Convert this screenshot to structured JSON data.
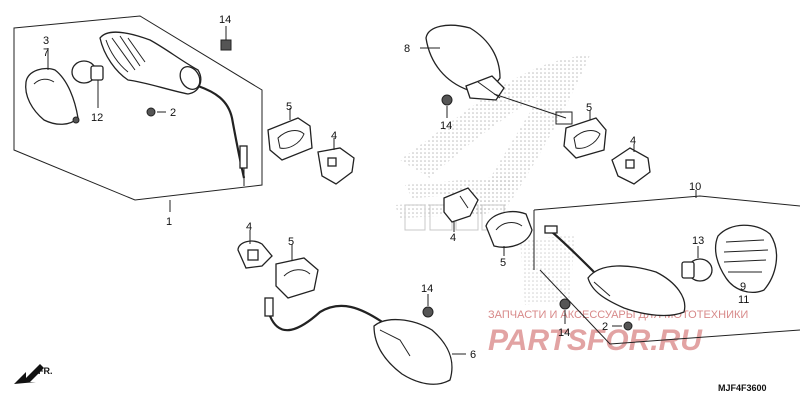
{
  "diagram": {
    "code": "MJF4F3600",
    "front_label": "FR.",
    "watermark": {
      "line1": "ЗАПЧАСТИ И АКСЕССУАРЫ ДЛЯ МОТОТЕХНИКИ",
      "line2": "PARTSFOR.RU"
    },
    "callouts": [
      {
        "key": "c1",
        "label": "1"
      },
      {
        "key": "c2a",
        "label": "2"
      },
      {
        "key": "c2b",
        "label": "2"
      },
      {
        "key": "c3",
        "label": "3"
      },
      {
        "key": "c7",
        "label": "7"
      },
      {
        "key": "c12",
        "label": "12"
      },
      {
        "key": "c14a",
        "label": "14"
      },
      {
        "key": "c14b",
        "label": "14"
      },
      {
        "key": "c14c",
        "label": "14"
      },
      {
        "key": "c14d",
        "label": "14"
      },
      {
        "key": "c5a",
        "label": "5"
      },
      {
        "key": "c5b",
        "label": "5"
      },
      {
        "key": "c5c",
        "label": "5"
      },
      {
        "key": "c5d",
        "label": "5"
      },
      {
        "key": "c4a",
        "label": "4"
      },
      {
        "key": "c4b",
        "label": "4"
      },
      {
        "key": "c4c",
        "label": "4"
      },
      {
        "key": "c4d",
        "label": "4"
      },
      {
        "key": "c8",
        "label": "8"
      },
      {
        "key": "c10",
        "label": "10"
      },
      {
        "key": "c13",
        "label": "13"
      },
      {
        "key": "c9",
        "label": "9"
      },
      {
        "key": "c11",
        "label": "11"
      },
      {
        "key": "c6",
        "label": "6"
      }
    ]
  }
}
